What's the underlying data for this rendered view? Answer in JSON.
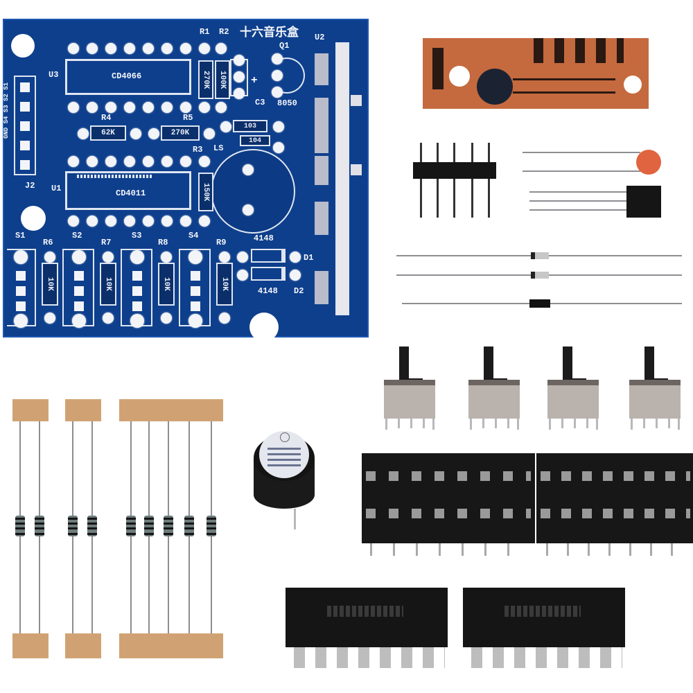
{
  "scene": {
    "description": "Product photo of a DIY 16-tone music box electronics kit with all loose parts laid out on a white background",
    "background_color": "#ffffff"
  },
  "pcb": {
    "color": "#0e3f8c",
    "title_silkscreen": "十六音乐盒",
    "labels": {
      "u3": "U3",
      "u3_chip": "CD4066",
      "u1": "U1",
      "u1_chip": "CD4011",
      "u2": "U2",
      "j2": "J2",
      "r1": "R1",
      "r2": "R2",
      "r3": "R3",
      "r4": "R4",
      "r4_value": "62K",
      "r5": "R5",
      "r5_value": "270K",
      "r1_value": "270K",
      "r2_value": "100K",
      "r3_value": "150K",
      "q1": "Q1",
      "q1_part": "8050",
      "c3": "C3",
      "c1_value": "103",
      "c2_value": "104",
      "ls": "LS",
      "d1": "D1",
      "d2": "D2",
      "diode_part_top": "4148",
      "diode_part_bottom": "4148",
      "s1": "S1",
      "s2": "S2",
      "s3": "S3",
      "s4": "S4",
      "r6": "R6",
      "r7": "R7",
      "r8": "R8",
      "r9": "R9",
      "r6_value": "10K",
      "r7_value": "10K",
      "r8_value": "10K",
      "r9_value": "10K",
      "j2_pins": "GND S4 S3 S2 S1"
    }
  },
  "components": [
    {
      "name": "music-chip-module",
      "description": "Small copper-colored PCB module with black COB epoxy blob",
      "color": "#c56a3e",
      "count": 1
    },
    {
      "name": "pin-header",
      "description": "5-pin straight male header strip",
      "count": 1
    },
    {
      "name": "ceramic-capacitor",
      "description": "Orange disc ceramic capacitor",
      "color": "#e0643f",
      "count": 1
    },
    {
      "name": "transistor",
      "description": "TO-92 NPN transistor (8050)",
      "count": 1
    },
    {
      "name": "diodes",
      "description": "Axial diodes 1N4148",
      "count": 2
    },
    {
      "name": "axial-component",
      "description": "Black body axial component",
      "count": 1
    },
    {
      "name": "slide-switches",
      "description": "Vertical slide switches",
      "count": 4
    },
    {
      "name": "buzzer",
      "description": "Active buzzer with white sticker",
      "count": 1
    },
    {
      "name": "ic-sockets",
      "description": "14-pin DIP IC sockets",
      "count": 2
    },
    {
      "name": "ics",
      "description": "14-pin DIP ICs (CD4066, CD4011)",
      "count": 2
    },
    {
      "name": "resistors-taped",
      "description": "Axial resistors on tape strips, groups of 2, 2 and 5",
      "groups": [
        2,
        2,
        5
      ],
      "count": 9
    }
  ]
}
